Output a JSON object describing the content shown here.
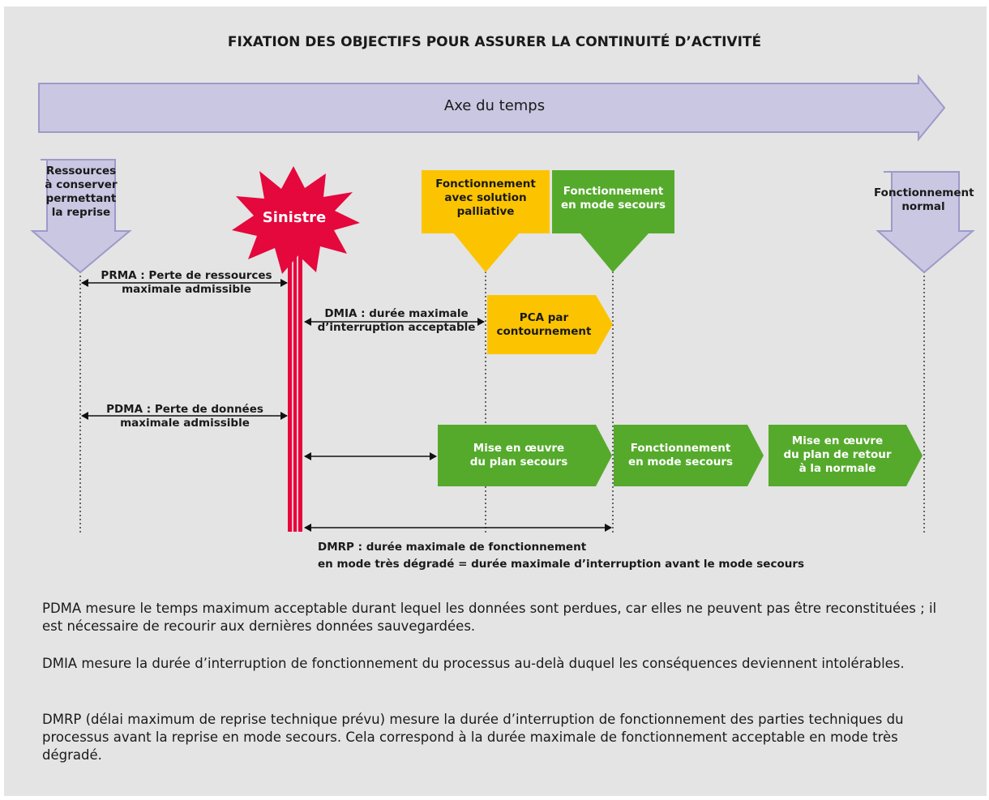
{
  "title": "FIXATION DES OBJECTIFS POUR ASSURER LA CONTINUITÉ D’ACTIVITÉ",
  "time_axis": {
    "label": "Axe du temps"
  },
  "top_boxes": {
    "ressources": "Ressources\nà conserver\npermettant\nla reprise",
    "fonct_palliative": "Fonctionnement\navec solution\npalliative",
    "fonct_secours": "Fonctionnement\nen mode secours",
    "fonct_normal": "Fonctionnement\nnormal"
  },
  "sinistre": "Sinistre",
  "measures": {
    "prma": "PRMA : Perte de ressources\nmaximale admissible",
    "dmia": "DMIA : durée maximale\nd’interruption acceptable",
    "pdma": "PDMA : Perte de données\nmaximale admissible",
    "dmrp": "DMRP : durée maximale de fonctionnement\nen mode très dégradé = durée maximale d’interruption avant le mode secours"
  },
  "phases": {
    "pca": "PCA par\ncontournement",
    "mise_oeuvre_secours": "Mise en œuvre\ndu plan secours",
    "fonct_mode_secours": "Fonctionnement\nen mode secours",
    "retour_normale": "Mise en œuvre\ndu plan de retour\nà la normale"
  },
  "colors": {
    "lavender": "#c9c7e2",
    "lavender_border": "#9c9ac8",
    "yellow": "#fcc400",
    "green": "#55aa2c",
    "red": "#e4083c",
    "background": "#e4e4e4"
  },
  "paragraphs": [
    "PDMA mesure le temps maximum acceptable durant lequel les données sont perdues, car elles ne peuvent pas être reconstituées ; il est nécessaire de recourir aux dernières données sauvegardées.",
    "DMIA mesure la durée d’interruption de fonctionnement du processus au-delà duquel les conséquences deviennent intolérables.",
    "DMRP (délai maximum de reprise technique prévu) mesure la durée d’interruption de fonctionnement des parties techniques du processus avant la reprise en mode secours. Cela correspond à la durée maximale de fonctionnement acceptable en mode très dégradé."
  ]
}
